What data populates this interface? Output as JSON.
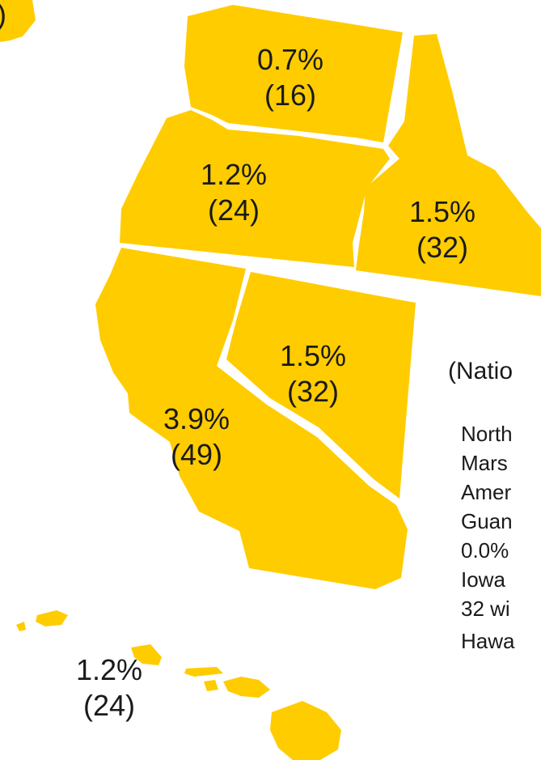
{
  "colors": {
    "state_fill": "#FFCC00",
    "text": "#1a1a1a"
  },
  "regions": [
    {
      "id": "washington",
      "pct": "0.7%",
      "count": "(16)"
    },
    {
      "id": "oregon",
      "pct": "1.2%",
      "count": "(24)"
    },
    {
      "id": "idaho",
      "pct": "1.5%",
      "count": "(32)"
    },
    {
      "id": "nevada",
      "pct": "1.5%",
      "count": "(32)"
    },
    {
      "id": "california",
      "pct": "3.9%",
      "count": "(49)"
    },
    {
      "id": "hawaii",
      "pct": "1.2%",
      "count": "(24)"
    }
  ],
  "alaska_fragment": ")",
  "notes": {
    "title": "(Natio",
    "lines": [
      "North",
      "Mars",
      "Amer",
      "Guan",
      "0.0%",
      "Iowa",
      "32 wi",
      "Hawa"
    ]
  }
}
